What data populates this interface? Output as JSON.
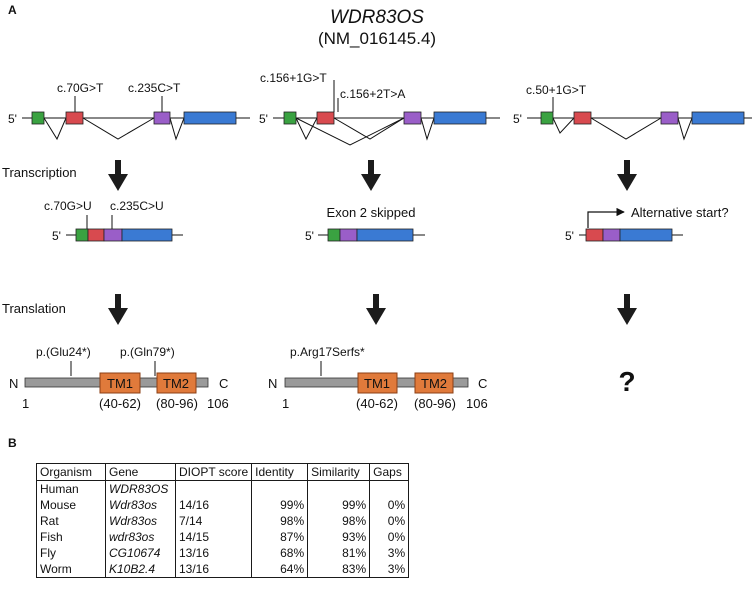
{
  "panel_a": {
    "label": "A",
    "gene_name": "WDR83OS",
    "transcript_id": "(NM_016145.4)",
    "row_labels": {
      "transcription": "Transcription",
      "translation": "Translation"
    },
    "five_prime": "5'",
    "columns": [
      {
        "variants": [
          "c.70G>T",
          "c.235C>T"
        ],
        "rna_variants": [
          "c.70G>U",
          "c.235C>U"
        ],
        "protein_variants": [
          "p.(Glu24*)",
          "p.(Gln79*)"
        ],
        "protein": {
          "n": "N",
          "c": "C",
          "start": "1",
          "end": "106",
          "domains": [
            {
              "name": "TM1",
              "range": "(40-62)"
            },
            {
              "name": "TM2",
              "range": "(80-96)"
            }
          ]
        }
      },
      {
        "variants": [
          "c.156+1G>T",
          "c.156+2T>A"
        ],
        "rna_note": "Exon 2 skipped",
        "protein_variants": [
          "p.Arg17Serfs*"
        ],
        "protein": {
          "n": "N",
          "c": "C",
          "start": "1",
          "end": "106",
          "domains": [
            {
              "name": "TM1",
              "range": "(40-62)"
            },
            {
              "name": "TM2",
              "range": "(80-96)"
            }
          ]
        }
      },
      {
        "variants": [
          "c.50+1G>T"
        ],
        "rna_note": "Alternative start?",
        "unknown": "?"
      }
    ],
    "colors": {
      "exon1": "#3aa241",
      "exon2": "#d84a4f",
      "exon3": "#9a5ec8",
      "exon4": "#3a7ad3",
      "protein": "#9a9a9a",
      "domain": "#e07a3b",
      "domain_border": "#8b3f14",
      "arrow": "#1c1c1c"
    }
  },
  "panel_b": {
    "label": "B",
    "headers": [
      "Organism",
      "Gene",
      "DIOPT score",
      "Identity",
      "Similarity",
      "Gaps"
    ],
    "rows": [
      [
        "Human",
        "WDR83OS",
        "",
        "",
        "",
        ""
      ],
      [
        "Mouse",
        "Wdr83os",
        "14/16",
        "99%",
        "99%",
        "0%"
      ],
      [
        "Rat",
        "Wdr83os",
        "7/14",
        "98%",
        "98%",
        "0%"
      ],
      [
        "Fish",
        "wdr83os",
        "14/15",
        "87%",
        "93%",
        "0%"
      ],
      [
        "Fly",
        "CG10674",
        "13/16",
        "68%",
        "81%",
        "3%"
      ],
      [
        "Worm",
        "K10B2.4",
        "13/16",
        "64%",
        "83%",
        "3%"
      ]
    ]
  }
}
